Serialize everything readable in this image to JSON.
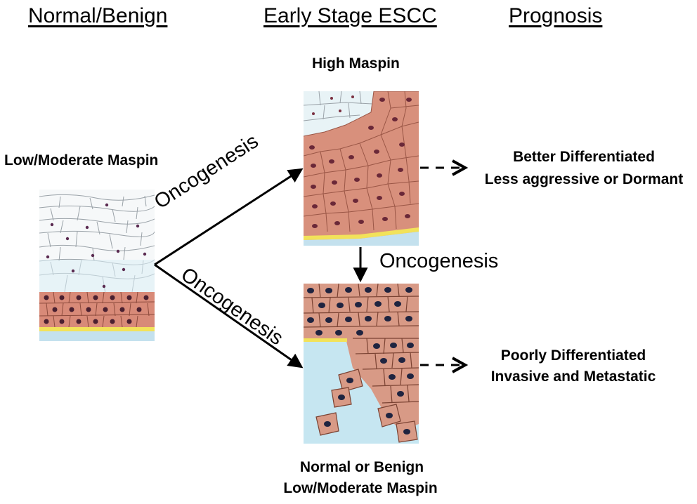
{
  "headers": {
    "normal": "Normal/Benign",
    "early": "Early Stage ESCC",
    "prognosis": "Prognosis"
  },
  "labels": {
    "left_maspin": "Low/Moderate Maspin",
    "top_maspin": "High Maspin",
    "bottom_line1": "Normal or Benign",
    "bottom_line2": "Low/Moderate Maspin",
    "outcome_top_line1": "Better Differentiated",
    "outcome_top_line2": "Less aggressive or Dormant",
    "outcome_bottom_line1": "Poorly Differentiated",
    "outcome_bottom_line2": "Invasive and Metastatic"
  },
  "arrows": {
    "upper_diagonal": "Oncogenesis",
    "lower_diagonal": "Oncogenesis",
    "vertical": "Oncogenesis"
  },
  "colors": {
    "cell_red": "#d98a78",
    "cell_red_dark": "#c4705c",
    "nucleus": "#5a2a3a",
    "basement_yellow": "#f2e25a",
    "stroma_blue": "#bfe3ef",
    "squamous_white": "#f4f7f8"
  }
}
